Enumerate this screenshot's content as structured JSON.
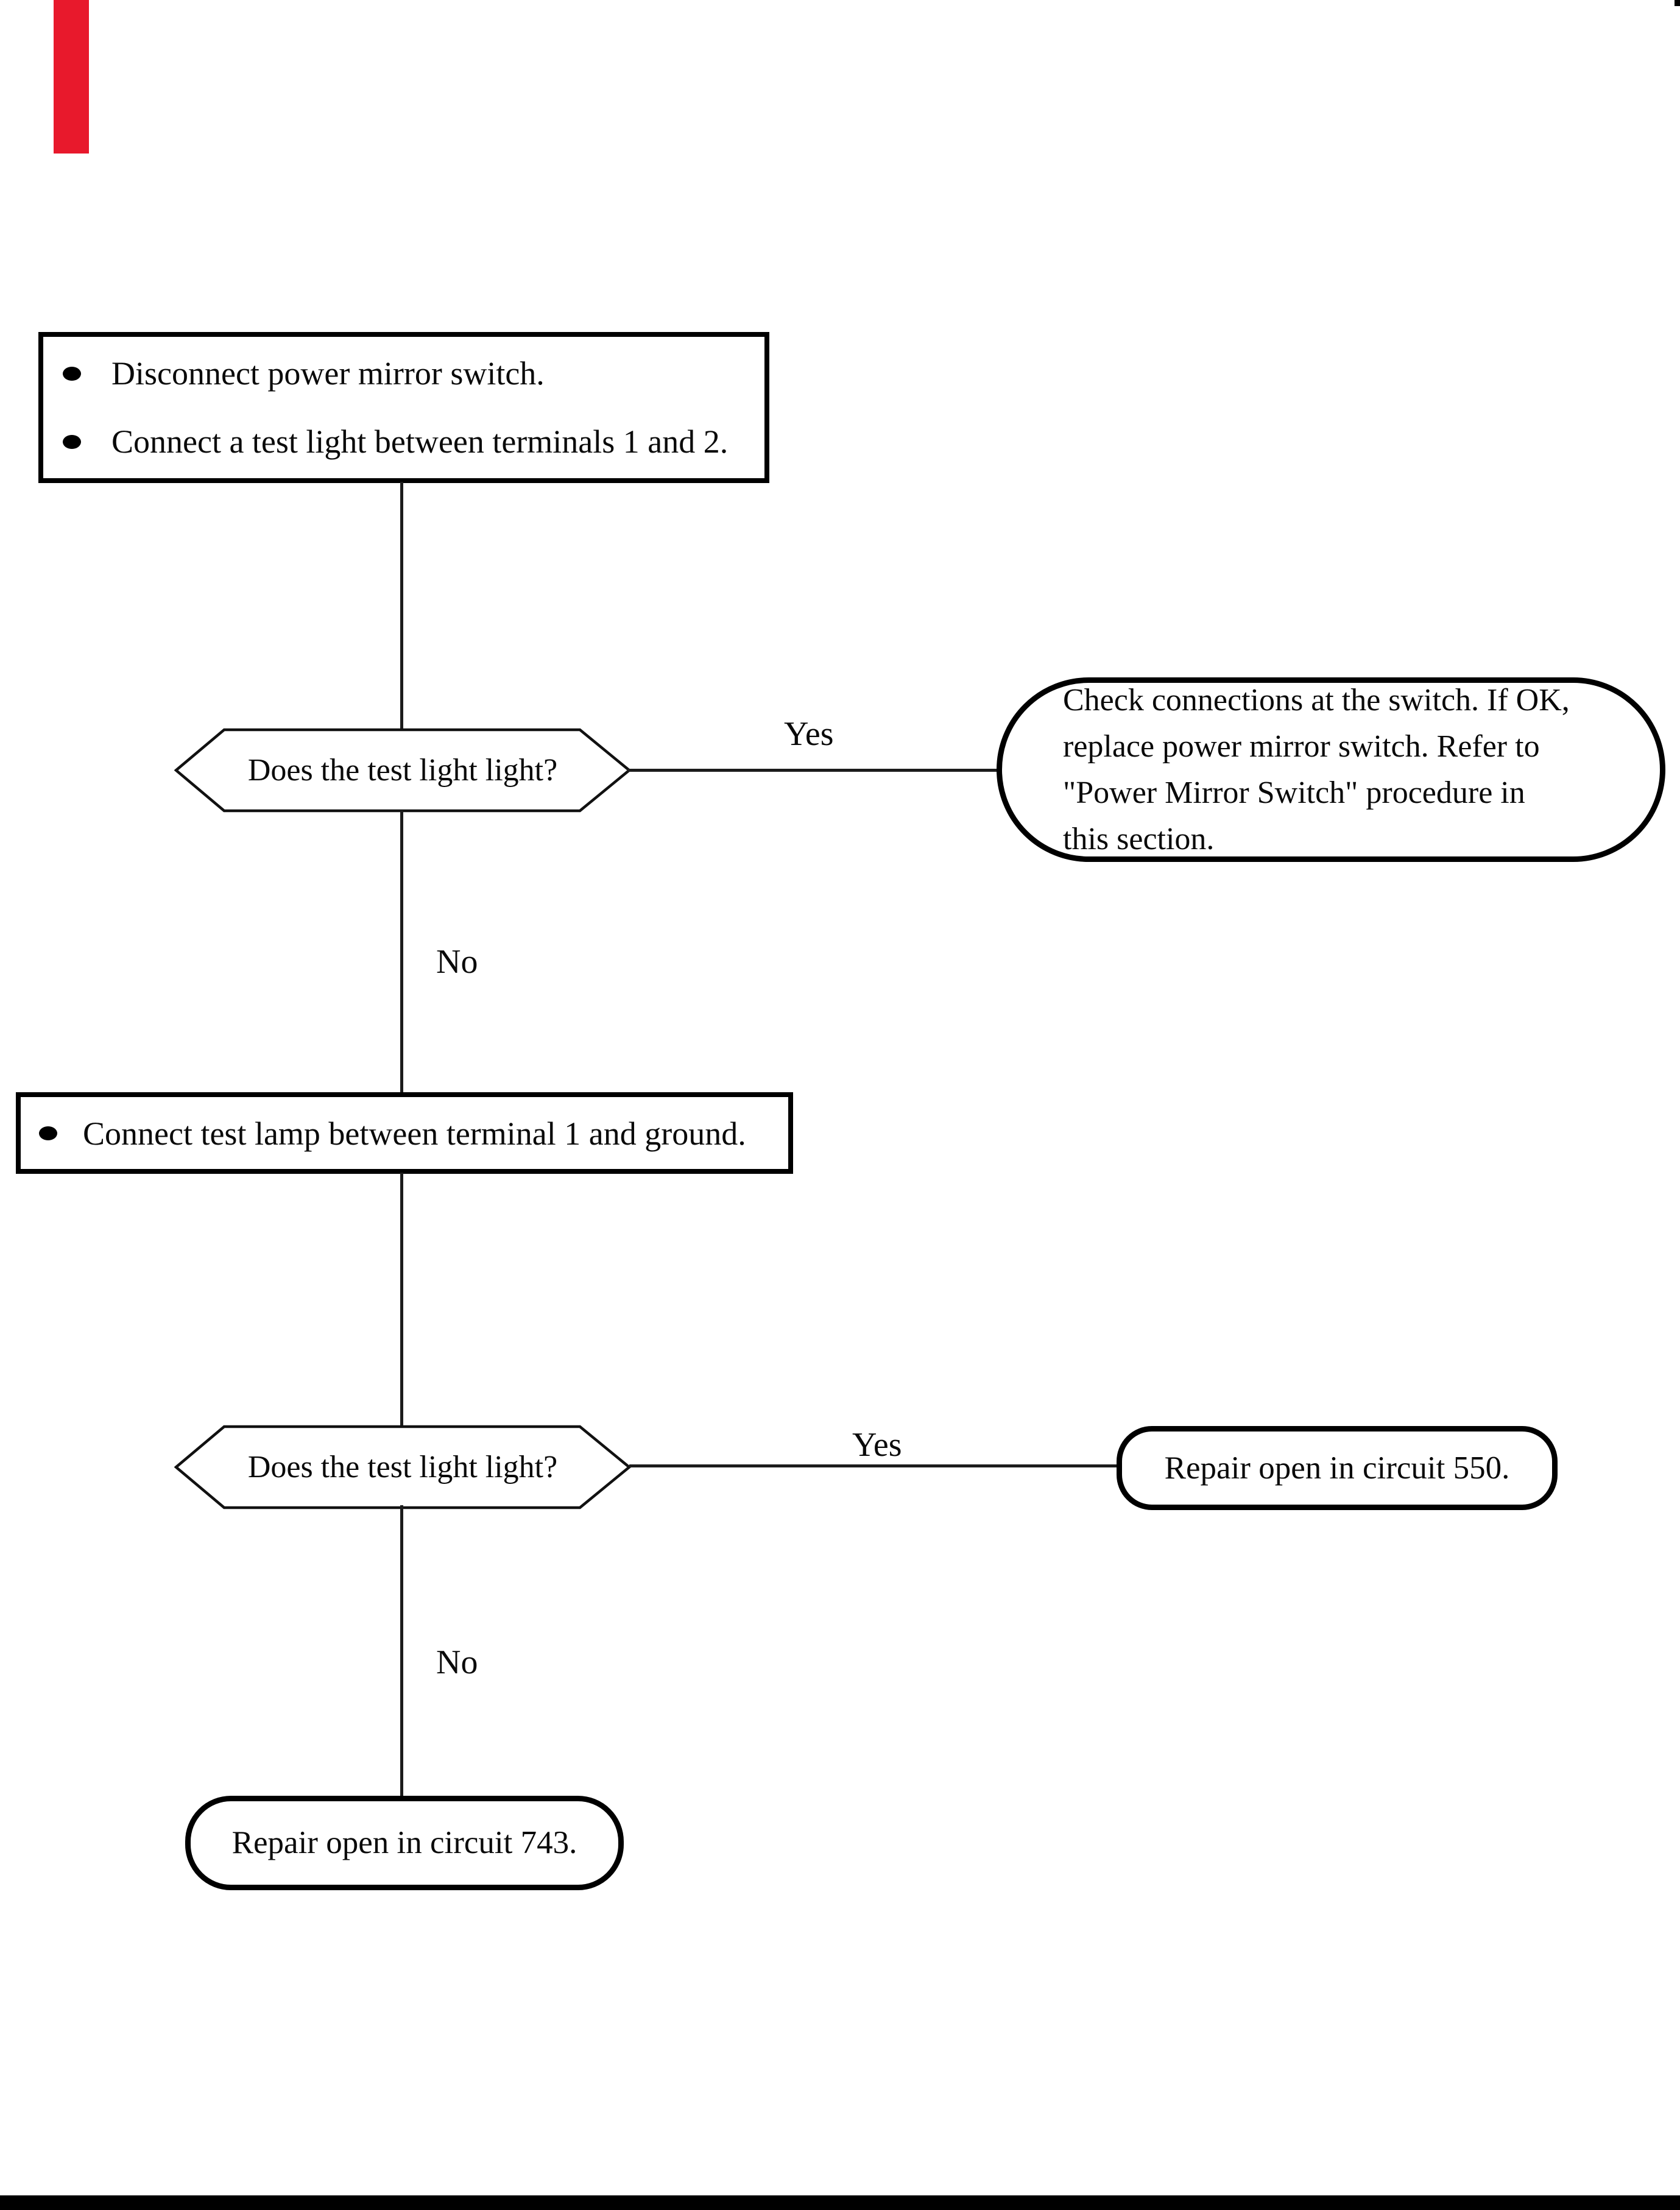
{
  "colors": {
    "ink": "#0a0a0a",
    "line": "#1c1c1c",
    "red_bar": "#e8192c"
  },
  "flow": {
    "step1": {
      "bullets": [
        "Disconnect power mirror switch.",
        "Connect a test light between terminals 1 and 2."
      ]
    },
    "decision1": {
      "question": "Does the test light light?",
      "yes_label": "Yes",
      "no_label": "No"
    },
    "action_yes1": {
      "lines": [
        "Check connections at the switch. If OK,",
        "replace power mirror switch. Refer to",
        "\"Power Mirror Switch\" procedure in",
        "this section."
      ]
    },
    "step2": {
      "bullets": [
        "Connect test lamp between terminal 1 and ground."
      ]
    },
    "decision2": {
      "question": "Does the test light light?",
      "yes_label": "Yes",
      "no_label": "No"
    },
    "action_yes2": {
      "text": "Repair open in circuit 550."
    },
    "action_no2": {
      "text": "Repair open in circuit 743."
    }
  }
}
